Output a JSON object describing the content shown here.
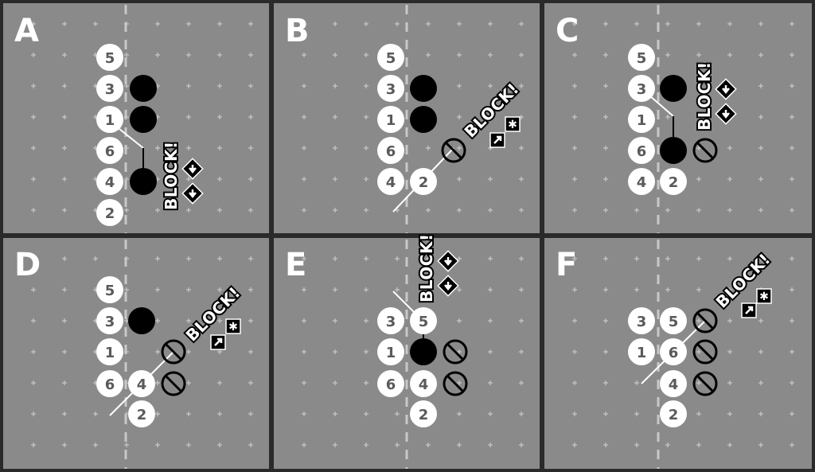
{
  "panels": [
    {
      "letter": "A",
      "players": [
        "5",
        "3",
        "1",
        "6",
        "4",
        "2"
      ],
      "block_label": "BLOCK!",
      "icons": [
        "arrow-down-icon",
        "arrow-down-icon"
      ]
    },
    {
      "letter": "B",
      "players": [
        "5",
        "3",
        "1",
        "6",
        "4",
        "2"
      ],
      "block_label": "BLOCK!",
      "icons": [
        "arrow-up-right-icon",
        "star-icon"
      ]
    },
    {
      "letter": "C",
      "players": [
        "5",
        "3",
        "1",
        "6",
        "4",
        "2"
      ],
      "block_label": "BLOCK!",
      "icons": [
        "arrow-down-icon",
        "arrow-down-icon"
      ]
    },
    {
      "letter": "D",
      "players": [
        "5",
        "3",
        "1",
        "6",
        "4",
        "2"
      ],
      "block_label": "BLOCK!",
      "icons": [
        "arrow-up-right-icon",
        "star-icon"
      ]
    },
    {
      "letter": "E",
      "players": [
        "3",
        "5",
        "1",
        "6",
        "4",
        "2"
      ],
      "block_label": "BLOCK!",
      "icons": [
        "arrow-down-icon",
        "arrow-down-icon"
      ]
    },
    {
      "letter": "F",
      "players": [
        "3",
        "5",
        "1",
        "6",
        "4",
        "2"
      ],
      "block_label": "BLOCK!",
      "icons": [
        "arrow-up-right-icon",
        "star-icon"
      ]
    }
  ],
  "colors": {
    "court": "#8a8a8a",
    "border": "#2a2a2a",
    "player_fill": "#ffffff",
    "player_text": "#5a5a5a",
    "blocker": "#000000"
  }
}
